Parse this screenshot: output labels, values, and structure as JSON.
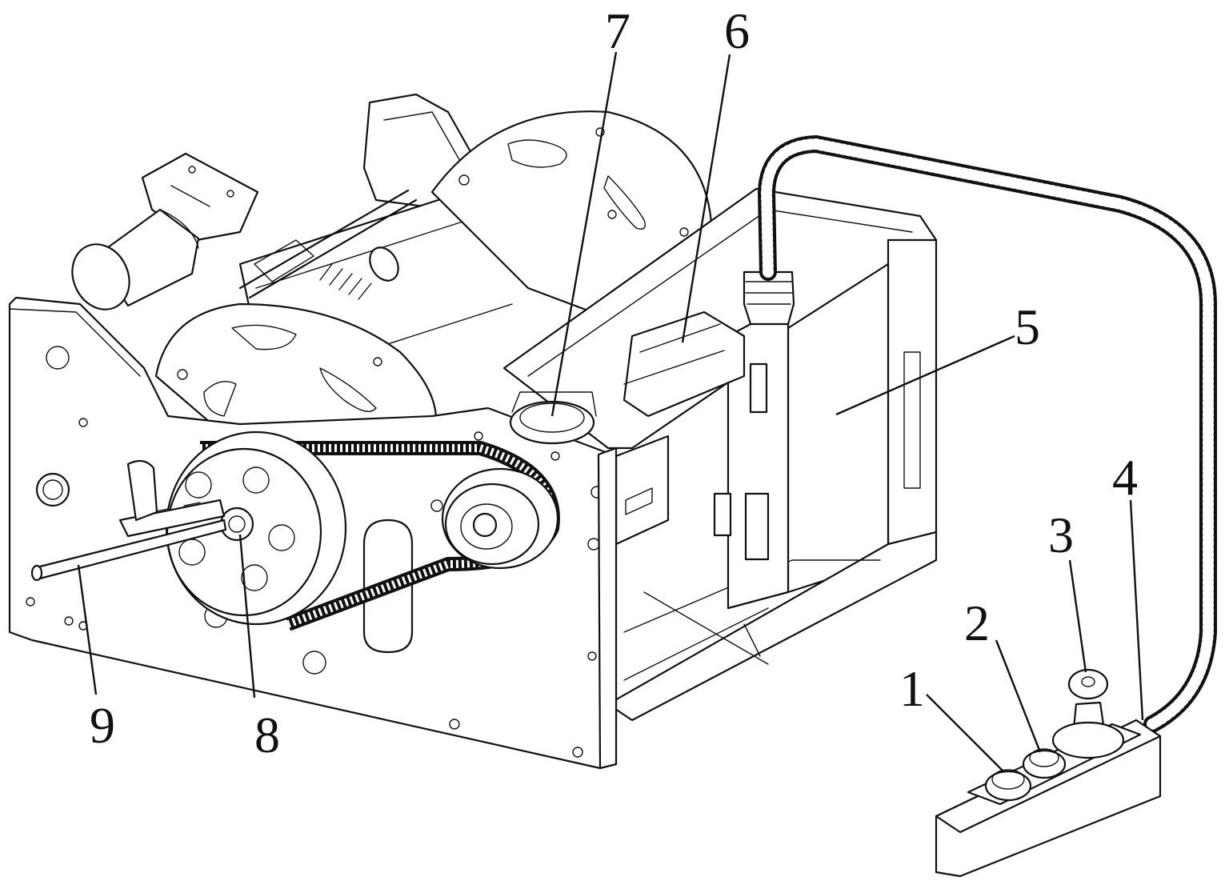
{
  "figure": {
    "labels": [
      {
        "id": "1",
        "text": "1"
      },
      {
        "id": "2",
        "text": "2"
      },
      {
        "id": "3",
        "text": "3"
      },
      {
        "id": "4",
        "text": "4"
      },
      {
        "id": "5",
        "text": "5"
      },
      {
        "id": "6",
        "text": "6"
      },
      {
        "id": "7",
        "text": "7"
      },
      {
        "id": "8",
        "text": "8"
      },
      {
        "id": "9",
        "text": "9"
      }
    ]
  }
}
